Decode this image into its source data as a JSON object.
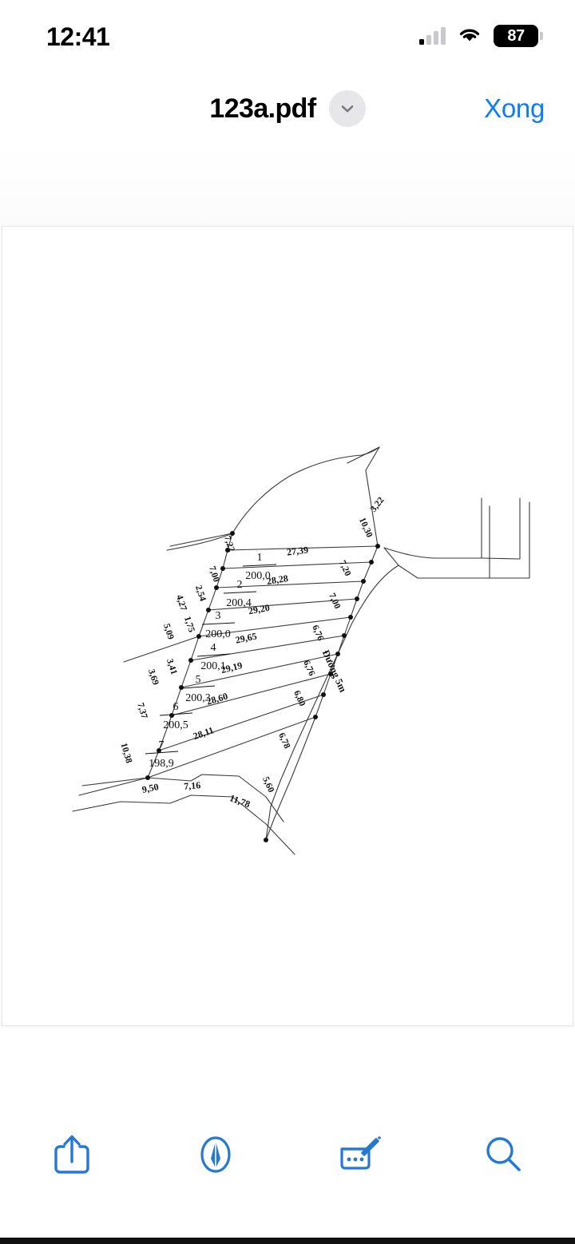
{
  "status_bar": {
    "time": "12:41",
    "battery_level": "87",
    "icons": [
      "cellular-signal-icon",
      "wifi-icon",
      "battery-icon"
    ]
  },
  "nav_bar": {
    "title": "123a.pdf",
    "chevron_icon": "chevron-down-icon",
    "done_label": "Xong",
    "accent_color": "#0a7cff"
  },
  "toolbar": {
    "items": [
      {
        "icon": "share-icon",
        "label": "Share"
      },
      {
        "icon": "markup-pen-icon",
        "label": "Markup"
      },
      {
        "icon": "fill-sign-icon",
        "label": "Fill and Sign"
      },
      {
        "icon": "search-icon",
        "label": "Search"
      }
    ],
    "accent_color": "#2479d8"
  },
  "document": {
    "type": "cadastral-land-survey-drawing",
    "road_label": "Đường 5m",
    "line_color": "#3a3a3a",
    "parcels": [
      {
        "number": "1",
        "area": "200,0"
      },
      {
        "number": "2",
        "area": "200,4"
      },
      {
        "number": "3",
        "area": "200,0"
      },
      {
        "number": "4",
        "area": "200,1"
      },
      {
        "number": "5",
        "area": "200,3"
      },
      {
        "number": "6",
        "area": "200,5"
      },
      {
        "number": "7",
        "area": "198,9"
      }
    ],
    "parcel_widths": [
      "27,39",
      "28,28",
      "29,20",
      "29,65",
      "29,19",
      "28,60",
      "28,11"
    ],
    "left_edge_dims": [
      "7,22",
      "7,00",
      "2,54",
      "4,27",
      "1,75",
      "5,09",
      "3,41",
      "3,69",
      "7,37",
      "10,38"
    ],
    "right_edge_dims": [
      "3,22",
      "10,30",
      "7,20",
      "7,00",
      "6,76",
      "6,76",
      "6,80",
      "6,78",
      "5,60"
    ],
    "bottom_edge_dims": [
      "9,50",
      "7,16",
      "11,78"
    ]
  }
}
